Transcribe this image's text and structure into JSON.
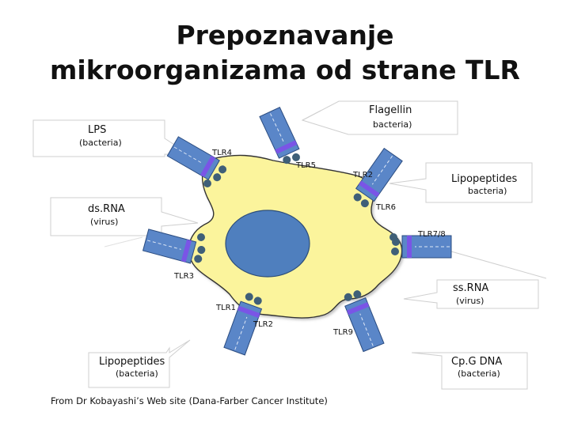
{
  "title_line1": "Prepoznavanje",
  "title_line2": "mikroorganizama od strane TLR",
  "ligands": {
    "flagellin": {
      "name": "Flagellin",
      "source": "bacteria)"
    },
    "lps": {
      "name": "LPS",
      "source": "(bacteria)"
    },
    "lipopeptides_right": {
      "name": "Lipopeptides",
      "source": "bacteria)"
    },
    "dsrna": {
      "name": "ds.RNA",
      "source": "(virus)"
    },
    "ssrna": {
      "name": "ss.RNA",
      "source": "(virus)"
    },
    "lipopeptides_left": {
      "name": "Lipopeptides",
      "source": "(bacteria)"
    },
    "cpg": {
      "name": "Cp.G DNA",
      "source": "(bacteria)"
    }
  },
  "receptors": {
    "tlr4": "TLR4",
    "tlr5": "TLR5",
    "tlr2_top": "TLR2",
    "tlr6": "TLR6",
    "tlr78": "TLR7/8",
    "tlr3": "TLR3",
    "tlr1": "TLR1",
    "tlr2_bottom": "TLR2",
    "tlr9": "TLR9"
  },
  "credit": "From Dr Kobayashi’s Web site (Dana-Farber Cancer Institute)",
  "colors": {
    "cell_fill": "#fbf49c",
    "nucleus_fill": "#4f7fbe",
    "receptor_body": "#5a86c8",
    "receptor_band": "#7a55e6",
    "knob": "#3f5f78"
  }
}
